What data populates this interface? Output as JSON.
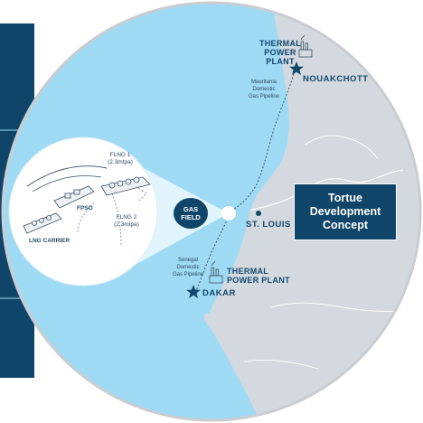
{
  "title": [
    "Tortue",
    "Development",
    "Concept"
  ],
  "labels": {
    "nouakchott": "NOUAKCHOTT",
    "thermal_north": [
      "THERMAL",
      "POWER",
      "PLANT"
    ],
    "mauritania_pipeline": [
      "Mauritania",
      "Domestic",
      "Gas Pipeline"
    ],
    "st_louis": "ST. LOUIS",
    "gas_field": [
      "GAS",
      "FIELD"
    ],
    "senegal_pipeline": [
      "Senegal",
      "Domestic",
      "Gas Pipeline"
    ],
    "dakar": "DAKAR",
    "thermal_south": [
      "THERMAL",
      "POWER PLANT"
    ]
  },
  "inset": {
    "flng1": [
      "FLNG 1",
      "(2.3mtpa)"
    ],
    "flng2": [
      "FLNG 2",
      "(2.3mtpa)"
    ],
    "fpso": "FPSO",
    "lng_carrier": "LNG CARRIER"
  },
  "colors": {
    "ocean": "#9fdaf5",
    "land": "#d3d9de",
    "navy": "#0f4569",
    "text": "#12476e"
  }
}
